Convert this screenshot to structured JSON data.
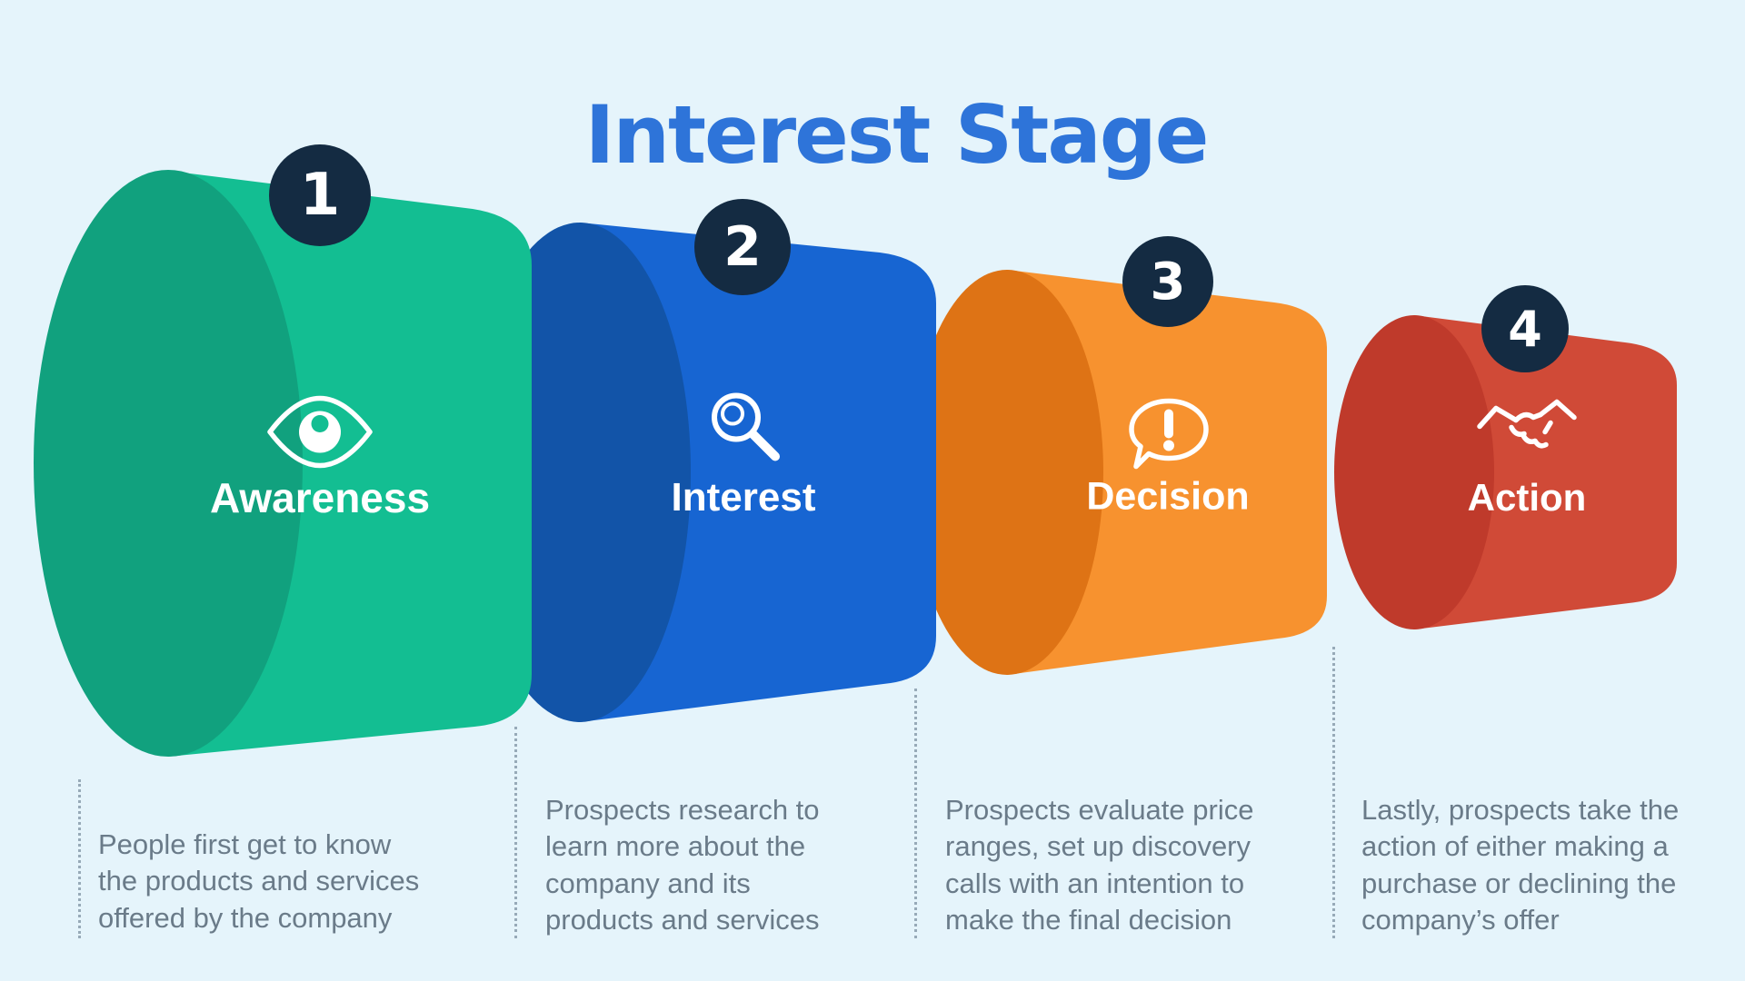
{
  "title": "Interest Stage",
  "stages": [
    {
      "number": "1",
      "label": "Awareness",
      "icon": "eye-icon",
      "description": "People first get to know the products and services offered by the company",
      "color": "#13be92",
      "color_dark": "#11a17e"
    },
    {
      "number": "2",
      "label": "Interest",
      "icon": "magnifier-icon",
      "description": "Prospects research to learn more about the company and its products and services",
      "color": "#1765d2",
      "color_dark": "#1254a8"
    },
    {
      "number": "3",
      "label": "Decision",
      "icon": "speech-bubble-exclamation-icon",
      "description": "Prospects evaluate price ranges, set up discovery calls with an intention to make the final decision",
      "color": "#f7922f",
      "color_dark": "#de7315"
    },
    {
      "number": "4",
      "label": "Action",
      "icon": "handshake-icon",
      "description": "Lastly, prospects take the action of either making a purchase or declining the company’s offer",
      "color": "#d04a37",
      "color_dark": "#bf3a2b"
    }
  ],
  "colors": {
    "background": "#e5f4fb",
    "title_text": "#2e74d9",
    "badge_background": "#142b42",
    "badge_text": "#ffffff",
    "stage_label_text": "#ffffff",
    "description_text": "#6a7b89",
    "dotted_line": "#97aab8"
  }
}
